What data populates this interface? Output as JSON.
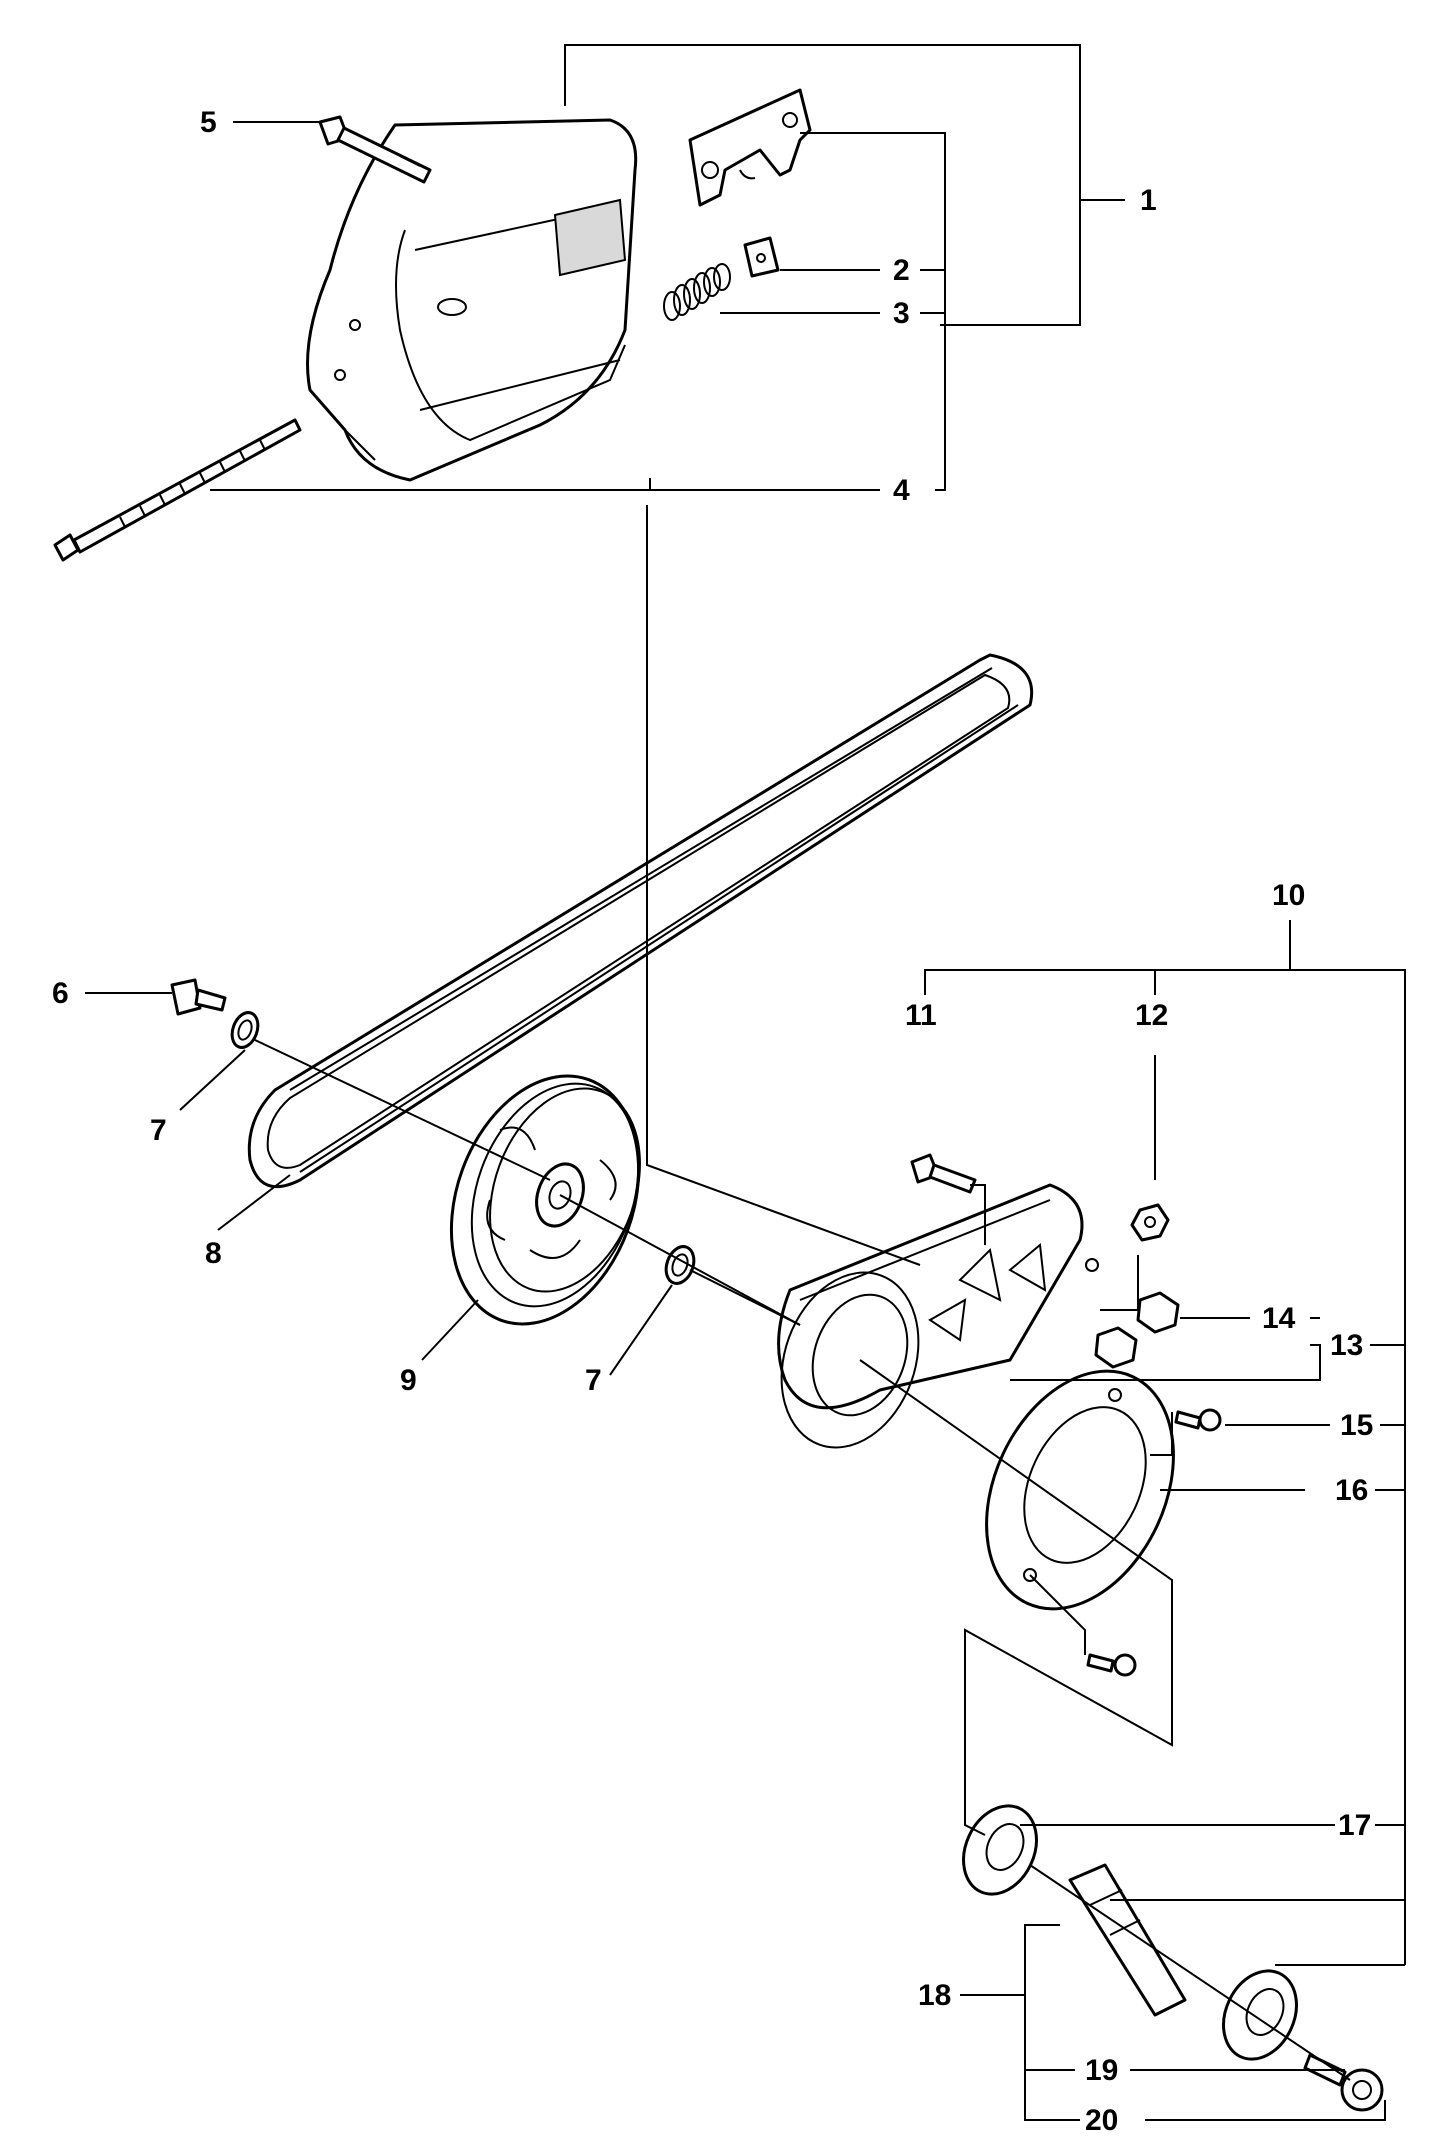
{
  "labels": {
    "l1": "1",
    "l2": "2",
    "l3": "3",
    "l4": "4",
    "l5": "5",
    "l6": "6",
    "l7a": "7",
    "l7b": "7",
    "l8": "8",
    "l9": "9",
    "l10": "10",
    "l11": "11",
    "l12": "12",
    "l13": "13",
    "l14": "14",
    "l15": "15",
    "l16": "16",
    "l17": "17",
    "l18": "18",
    "l19": "19",
    "l20": "20"
  },
  "style": {
    "line_color": "#000000",
    "shade_color": "#d9d9d9",
    "background": "#ffffff"
  }
}
